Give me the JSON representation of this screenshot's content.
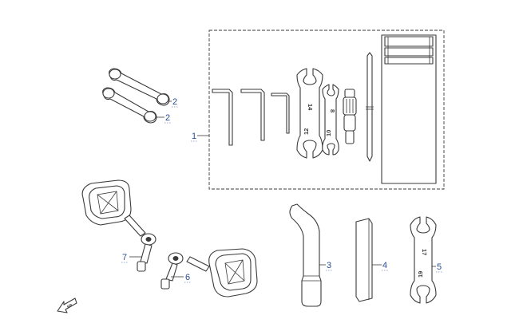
{
  "diagram": {
    "callouts": [
      {
        "id": "c1",
        "label": "1"
      },
      {
        "id": "c2a",
        "label": "2"
      },
      {
        "id": "c2b",
        "label": "2"
      },
      {
        "id": "c3",
        "label": "3"
      },
      {
        "id": "c4",
        "label": "4"
      },
      {
        "id": "c5",
        "label": "5"
      },
      {
        "id": "c6",
        "label": "6"
      },
      {
        "id": "c7",
        "label": "7"
      }
    ],
    "wrench_markings": {
      "large_top": "14",
      "large_bottom": "12",
      "small_top": "8",
      "small_bottom": "10",
      "open_top": "17",
      "open_bottom": "19"
    },
    "orientation_arrow": {
      "icon": "direction-arrow-icon",
      "text": "FR"
    },
    "colors": {
      "line": "#3a3a3a",
      "callout": "#2a4f8f"
    }
  }
}
